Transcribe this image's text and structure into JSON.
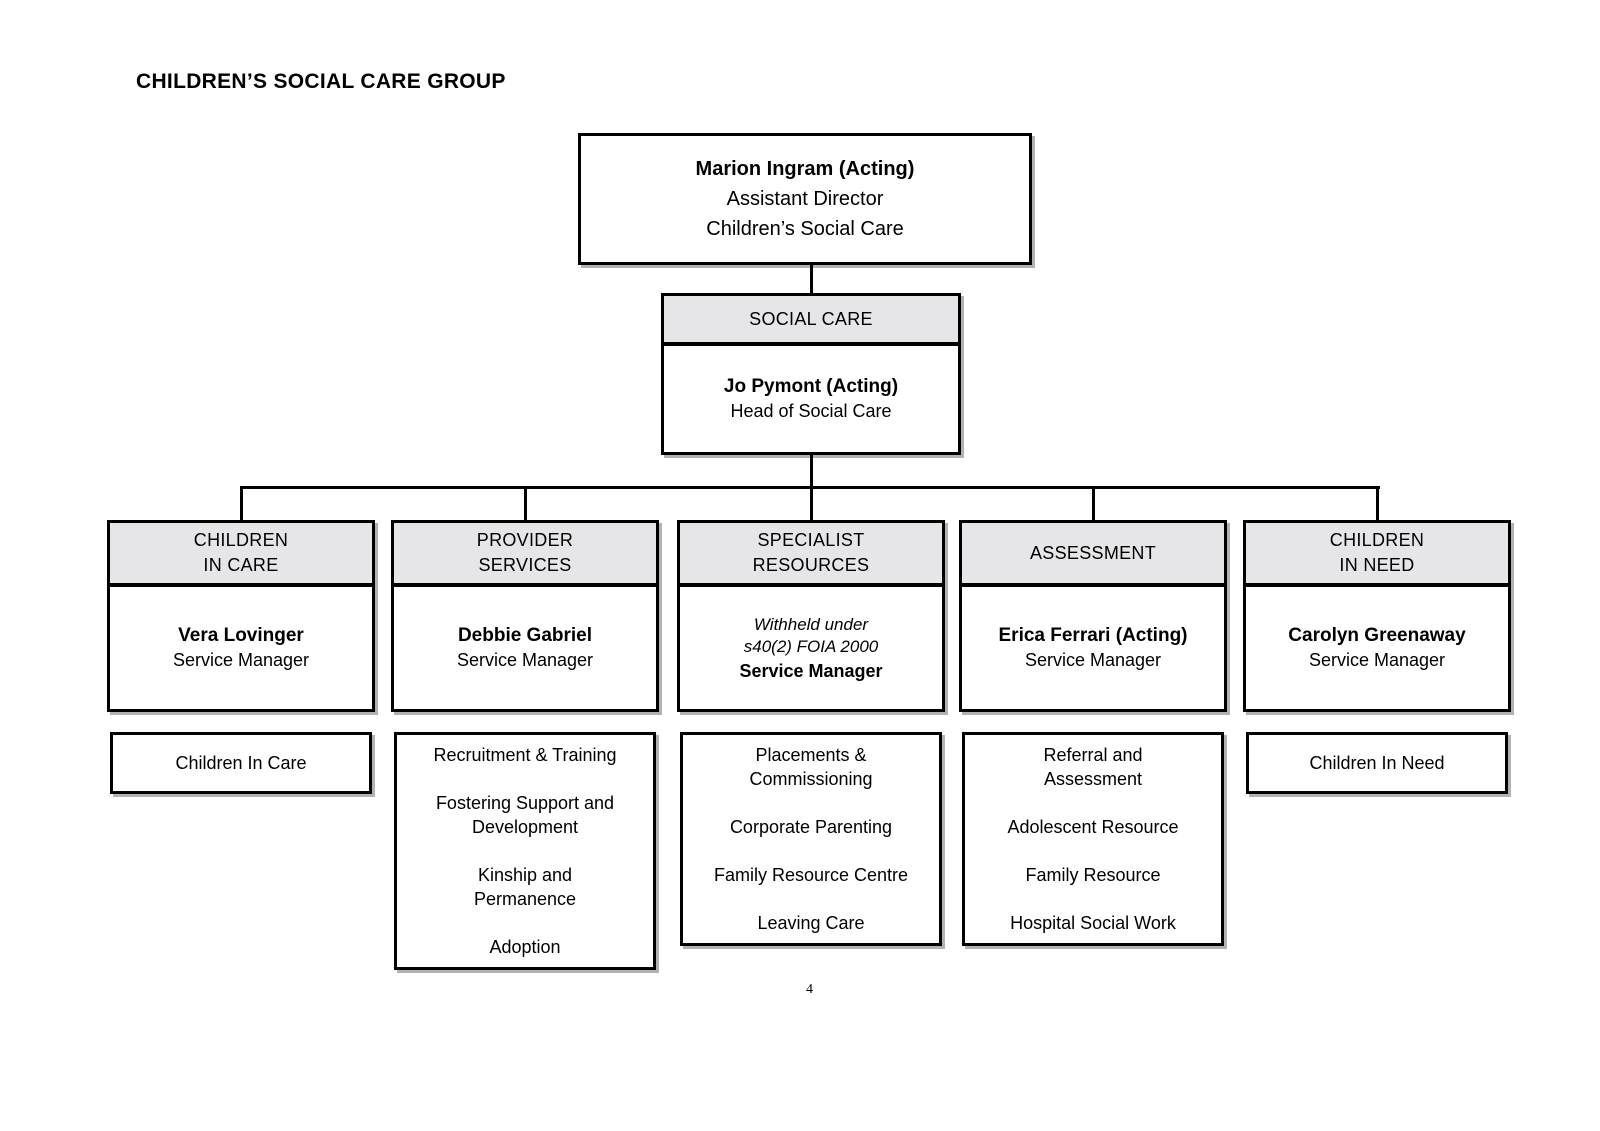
{
  "page": {
    "title": "CHILDREN’S SOCIAL CARE GROUP",
    "page_number": "4"
  },
  "org": {
    "director": {
      "name": "Marion Ingram (Acting)",
      "title_line1": "Assistant Director",
      "title_line2": "Children’s Social Care"
    },
    "division": {
      "label": "SOCIAL CARE",
      "head_name": "Jo Pymont (Acting)",
      "head_title": "Head of Social Care"
    },
    "branches": [
      {
        "dept": "CHILDREN\nIN CARE",
        "manager_name": "Vera Lovinger",
        "manager_title": "Service Manager",
        "teams": [
          "Children In Care"
        ]
      },
      {
        "dept": "PROVIDER\nSERVICES",
        "manager_name": "Debbie Gabriel",
        "manager_title": "Service Manager",
        "teams": [
          "Recruitment & Training",
          "Fostering Support and\nDevelopment",
          "Kinship and\nPermanence",
          "Adoption"
        ]
      },
      {
        "dept": "SPECIALIST\nRESOURCES",
        "manager_note_italic": "Withheld under\ns40(2) FOIA 2000",
        "manager_title": "Service Manager",
        "teams": [
          "Placements &\nCommissioning",
          "Corporate Parenting",
          "Family Resource Centre",
          "Leaving Care"
        ]
      },
      {
        "dept": "ASSESSMENT",
        "manager_name": "Erica Ferrari (Acting)",
        "manager_title": "Service Manager",
        "teams": [
          "Referral and\nAssessment",
          "Adolescent Resource",
          "Family Resource",
          "Hospital Social Work"
        ]
      },
      {
        "dept": "CHILDREN\nIN NEED",
        "manager_name": "Carolyn Greenaway",
        "manager_title": "Service Manager",
        "teams": [
          "Children In Need"
        ]
      }
    ]
  },
  "colors": {
    "header_fill": "#e6e6e8",
    "line": "#000000",
    "background": "#ffffff"
  }
}
